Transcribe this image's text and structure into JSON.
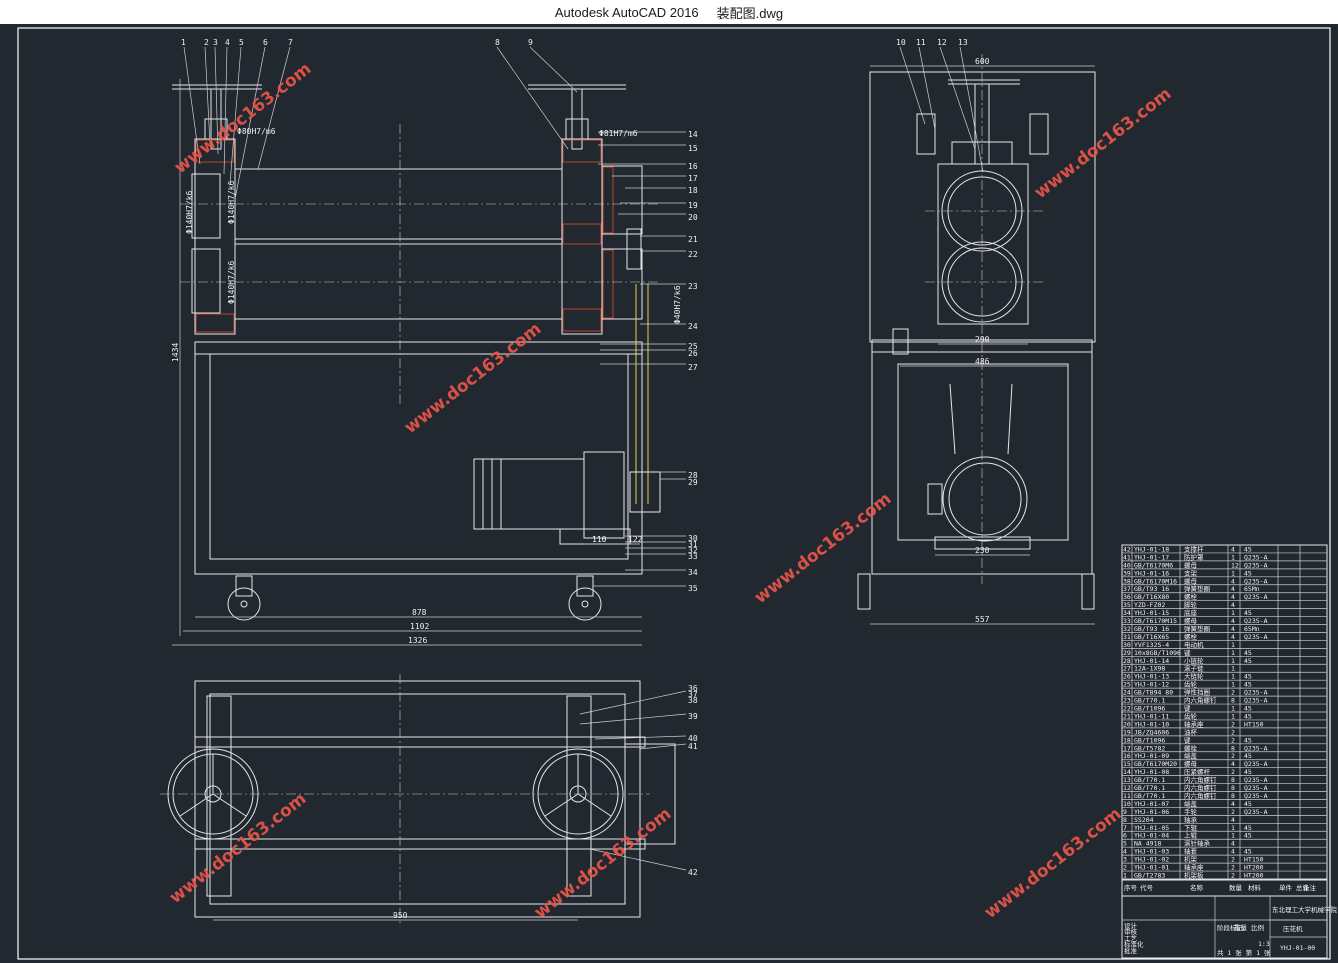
{
  "window": {
    "app_title": "Autodesk AutoCAD 2016",
    "file_name": "装配图.dwg"
  },
  "watermark": "www.doc163.com",
  "part_numbers_top": [
    "1",
    "2",
    "3",
    "4",
    "5",
    "6",
    "7",
    "8",
    "9",
    "10",
    "11",
    "12",
    "13"
  ],
  "part_numbers_side": [
    "14",
    "15",
    "16",
    "17",
    "18",
    "19",
    "20",
    "21",
    "22",
    "23",
    "24",
    "25",
    "26",
    "27",
    "28",
    "29",
    "30",
    "31",
    "32",
    "33",
    "34",
    "35"
  ],
  "part_numbers_plan": [
    "36",
    "37",
    "38",
    "39",
    "40",
    "41",
    "42"
  ],
  "dimensions": {
    "front_878": "878",
    "front_1102": "1102",
    "front_1326": "1326",
    "front_height": "1434",
    "front_110": "110",
    "front_122": "122",
    "side_600": "600",
    "side_290": "290",
    "side_486": "486",
    "side_230": "230",
    "side_557": "557",
    "plan_950": "950",
    "fit_1": "Φ80H7/m6",
    "fit_2": "Φ81H7/m6",
    "fit_3": "Φ140H7/k6",
    "fit_4": "Φ140H7/k6",
    "fit_5": "Φ140H7/k6",
    "fit_6": "Φ40H7/k6"
  },
  "bom": [
    {
      "no": "42",
      "code": "YHJ-01-18",
      "name": "支撑杆",
      "qty": "4",
      "mat": "45"
    },
    {
      "no": "41",
      "code": "YHJ-01-17",
      "name": "防护罩",
      "qty": "1",
      "mat": "Q235-A"
    },
    {
      "no": "40",
      "code": "GB/T6170M6",
      "name": "螺母",
      "qty": "12",
      "mat": "Q235-A"
    },
    {
      "no": "39",
      "code": "YHJ-01-16",
      "name": "支架",
      "qty": "1",
      "mat": "45"
    },
    {
      "no": "38",
      "code": "GB/T6170M16",
      "name": "螺母",
      "qty": "4",
      "mat": "Q235-A"
    },
    {
      "no": "37",
      "code": "GB/T93 16",
      "name": "弹簧垫圈",
      "qty": "4",
      "mat": "65Mn"
    },
    {
      "no": "36",
      "code": "GB/T16X80",
      "name": "螺栓",
      "qty": "4",
      "mat": "Q235-A"
    },
    {
      "no": "35",
      "code": "YZD-FZ02",
      "name": "脚轮",
      "qty": "4",
      "mat": ""
    },
    {
      "no": "34",
      "code": "YHJ-01-15",
      "name": "底座",
      "qty": "1",
      "mat": "45"
    },
    {
      "no": "33",
      "code": "GB/T6170M15",
      "name": "螺母",
      "qty": "4",
      "mat": "Q235-A"
    },
    {
      "no": "32",
      "code": "GB/T93 16",
      "name": "弹簧垫圈",
      "qty": "4",
      "mat": "65Mn"
    },
    {
      "no": "31",
      "code": "GB/T16X65",
      "name": "螺栓",
      "qty": "4",
      "mat": "Q235-A"
    },
    {
      "no": "30",
      "code": "YVF132S-4",
      "name": "电动机",
      "qty": "1",
      "mat": ""
    },
    {
      "no": "29",
      "code": "10x8GB/T1096",
      "name": "键",
      "qty": "1",
      "mat": "45"
    },
    {
      "no": "28",
      "code": "YHJ-01-14",
      "name": "小链轮",
      "qty": "1",
      "mat": "45"
    },
    {
      "no": "27",
      "code": "12A-1X98",
      "name": "滚子链",
      "qty": "1",
      "mat": ""
    },
    {
      "no": "26",
      "code": "YHJ-01-13",
      "name": "大链轮",
      "qty": "1",
      "mat": "45"
    },
    {
      "no": "25",
      "code": "YHJ-01-12",
      "name": "齿轮",
      "qty": "1",
      "mat": "45"
    },
    {
      "no": "24",
      "code": "GB/T894 80",
      "name": "弹性挡圈",
      "qty": "2",
      "mat": "Q235-A"
    },
    {
      "no": "23",
      "code": "GB/T70.1",
      "name": "内六角螺钉",
      "qty": "8",
      "mat": "Q235-A"
    },
    {
      "no": "22",
      "code": "GB/T1096",
      "name": "键",
      "qty": "1",
      "mat": "45"
    },
    {
      "no": "21",
      "code": "YHJ-01-11",
      "name": "齿轮",
      "qty": "1",
      "mat": "45"
    },
    {
      "no": "20",
      "code": "YHJ-01-10",
      "name": "轴承座",
      "qty": "2",
      "mat": "HT150"
    },
    {
      "no": "19",
      "code": "JB/ZQ4606",
      "name": "油杯",
      "qty": "2",
      "mat": ""
    },
    {
      "no": "18",
      "code": "GB/T1096",
      "name": "键",
      "qty": "2",
      "mat": "45"
    },
    {
      "no": "17",
      "code": "GB/T5782",
      "name": "螺栓",
      "qty": "8",
      "mat": "Q235-A"
    },
    {
      "no": "16",
      "code": "YHJ-01-09",
      "name": "端盖",
      "qty": "2",
      "mat": "45"
    },
    {
      "no": "15",
      "code": "GB/T6170M20",
      "name": "螺母",
      "qty": "4",
      "mat": "Q235-A"
    },
    {
      "no": "14",
      "code": "YHJ-01-08",
      "name": "压紧螺杆",
      "qty": "2",
      "mat": "45"
    },
    {
      "no": "13",
      "code": "GB/T70.1",
      "name": "内六角螺钉",
      "qty": "8",
      "mat": "Q235-A"
    },
    {
      "no": "12",
      "code": "GB/T70.1",
      "name": "内六角螺钉",
      "qty": "8",
      "mat": "Q235-A"
    },
    {
      "no": "11",
      "code": "GB/T70.1",
      "name": "内六角螺钉",
      "qty": "8",
      "mat": "Q235-A"
    },
    {
      "no": "10",
      "code": "YHJ-01-07",
      "name": "端盖",
      "qty": "4",
      "mat": "45"
    },
    {
      "no": "9",
      "code": "YHJ-01-06",
      "name": "手轮",
      "qty": "2",
      "mat": "Q235-A"
    },
    {
      "no": "8",
      "code": "SS204",
      "name": "轴承",
      "qty": "4",
      "mat": ""
    },
    {
      "no": "7",
      "code": "YHJ-01-05",
      "name": "下辊",
      "qty": "1",
      "mat": "45"
    },
    {
      "no": "6",
      "code": "YHJ-01-04",
      "name": "上辊",
      "qty": "1",
      "mat": "45"
    },
    {
      "no": "5",
      "code": "NA 4918",
      "name": "滚针轴承",
      "qty": "4",
      "mat": ""
    },
    {
      "no": "4",
      "code": "YHJ-01-03",
      "name": "轴套",
      "qty": "4",
      "mat": "45"
    },
    {
      "no": "3",
      "code": "YHJ-01-02",
      "name": "机架",
      "qty": "2",
      "mat": "HT150"
    },
    {
      "no": "2",
      "code": "YHJ-01-01",
      "name": "轴承座",
      "qty": "2",
      "mat": "HT200"
    },
    {
      "no": "1",
      "code": "GB/T2783",
      "name": "机架板",
      "qty": "2",
      "mat": "HT200"
    }
  ],
  "bom_header": {
    "no": "序号",
    "code": "代号",
    "name": "名称",
    "qty": "数量",
    "mat": "材料",
    "weight": "单件 总计",
    "note": "备注"
  },
  "title_block": {
    "school": "东北理工大学机械学院",
    "drawing_name": "压花机",
    "drawing_no": "YHJ-01-00",
    "scale": "1:3",
    "labels": [
      "设计",
      "审核",
      "工艺",
      "标准化",
      "批准",
      "阶段标记",
      "重量",
      "比例"
    ],
    "sheet": "共 1 张  第 1 张"
  }
}
